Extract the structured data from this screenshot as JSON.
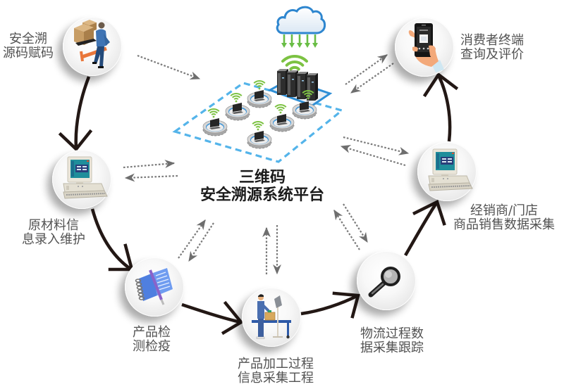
{
  "platform": {
    "title_line1": "三维码",
    "title_line2": "安全溯源系统平台",
    "icons": [
      "cloud-icon",
      "server-rack-icon",
      "wifi-icon",
      "terminal-station-icon"
    ]
  },
  "nodes": [
    {
      "label_lines": [
        "安全溯",
        "源码赋码"
      ],
      "icon": "worker-carrying-boxes-icon"
    },
    {
      "label_lines": [
        "原材料信",
        "息录入维护"
      ],
      "icon": "desktop-computer-icon"
    },
    {
      "label_lines": [
        "产品检",
        "测检疫"
      ],
      "icon": "notebook-icon"
    },
    {
      "label_lines": [
        "产品加工过程",
        "信息采集工程"
      ],
      "icon": "conveyor-worker-icon"
    },
    {
      "label_lines": [
        "物流过程数",
        "据采集跟踪"
      ],
      "icon": "magnifier-icon"
    },
    {
      "label_lines": [
        "经销商/门店",
        "商品销售数据采集"
      ],
      "icon": "desktop-computer-icon"
    },
    {
      "label_lines": [
        "消费者终端",
        "查询及评价"
      ],
      "icon": "phone-in-hand-icon"
    }
  ],
  "colors": {
    "flow_arrow": "#231815",
    "sync_arrow": "#7a7a7a",
    "platform_border": "#54b4ea",
    "wifi": "#7cc242",
    "label_text": "#525252",
    "title_text": "#1b1b1b"
  }
}
